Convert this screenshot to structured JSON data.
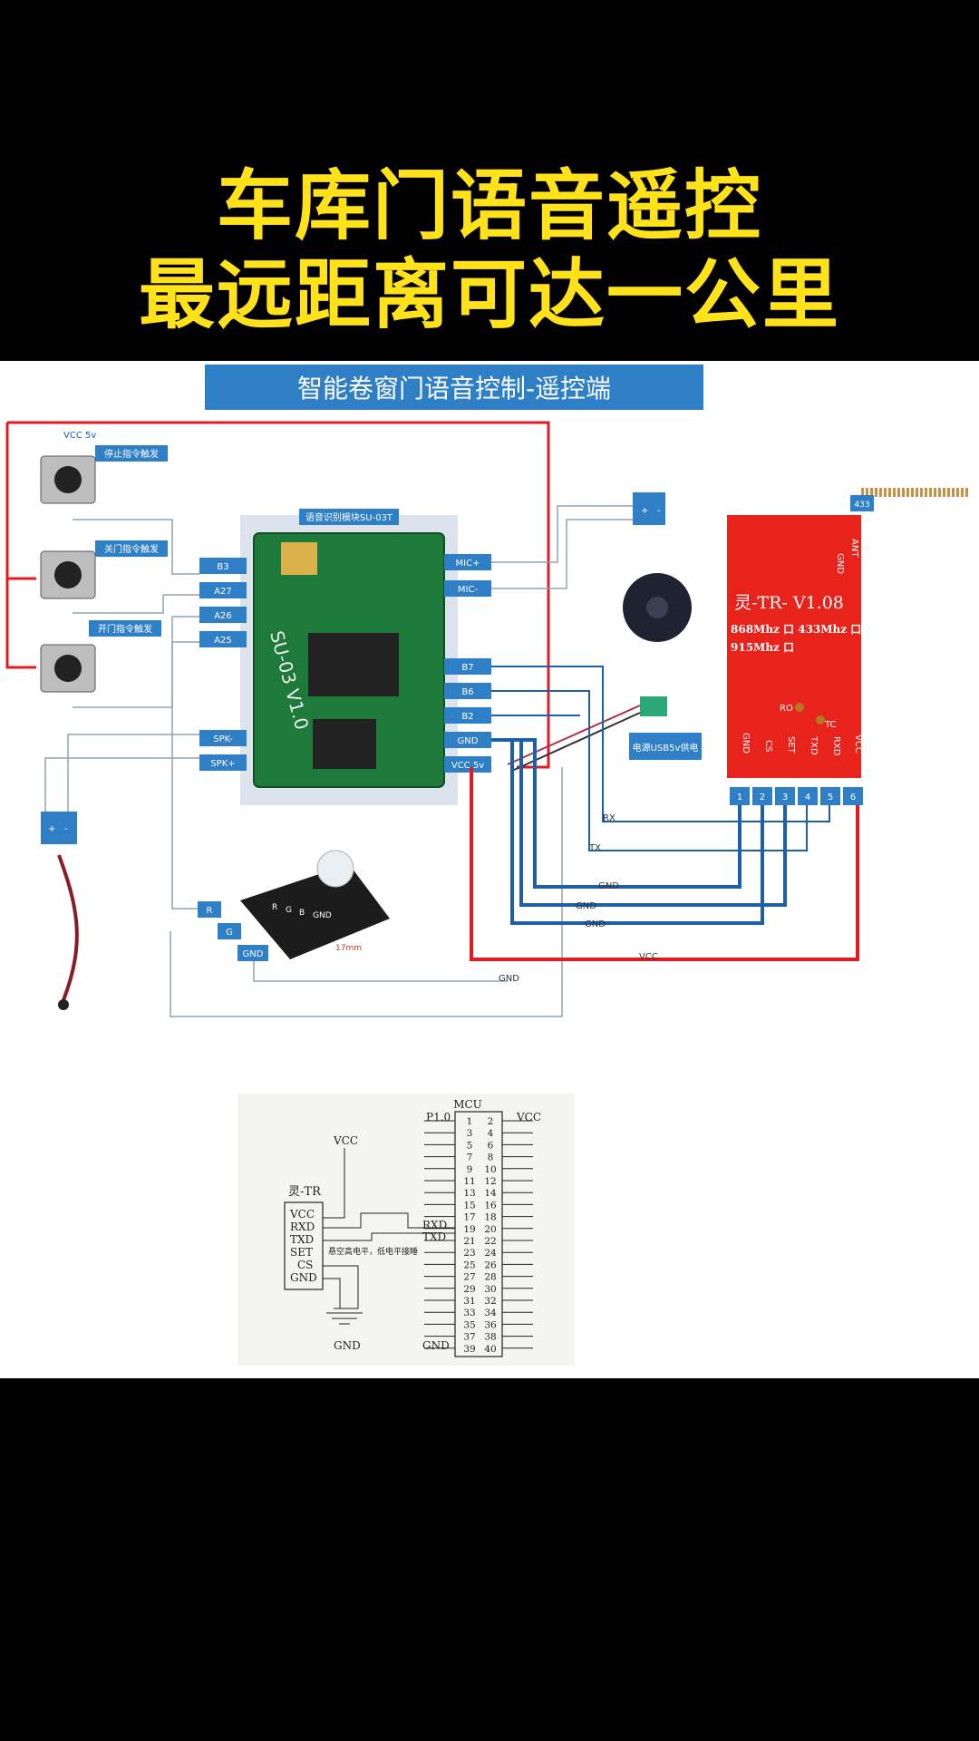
{
  "header": {
    "title_line1": "车库门语音遥控",
    "title_line2": "最远距离可达一公里"
  },
  "diagram": {
    "banner": "智能卷窗门语音控制-遥控端",
    "vcc_top": "VCC 5v",
    "buttons": [
      "停止指令触发",
      "关门指令触发",
      "开门指令触发"
    ],
    "module_title": "语音识别模块SU-03T",
    "board_mark": "SU-03 V1.0",
    "left_pins": [
      "B3",
      "A27",
      "A26",
      "A25",
      "SPK-",
      "SPK+"
    ],
    "right_pins": [
      "MIC+",
      "MIC-",
      "B7",
      "B6",
      "B2",
      "GND",
      "VCC 5v"
    ],
    "mic_pins": [
      "+",
      "-"
    ],
    "speaker_pins": [
      "+",
      "-"
    ],
    "led_pins": [
      "R",
      "G",
      "GND"
    ],
    "rgb_labels": [
      "R",
      "G",
      "B",
      "GND"
    ],
    "rgb_dim": "17mm",
    "power_note": "电源USB5v供电",
    "antenna_tag": "433",
    "rf_title": "灵-TR- V1.08",
    "rf_freq1": "868Mhz 口 433Mhz 口",
    "rf_freq2": "915Mhz 口",
    "rf_top_pins": [
      "GND",
      "ANT"
    ],
    "rf_ro": "RO",
    "rf_tc": "TC",
    "rf_pin_names": [
      "GND",
      "CS",
      "SET",
      "TXD",
      "RXD",
      "VCC"
    ],
    "rf_pin_numbers": [
      "1",
      "2",
      "3",
      "4",
      "5",
      "6"
    ],
    "wire_labels": {
      "rx": "RX",
      "tx": "TX",
      "gnd": "GND",
      "vcc": "VCC"
    }
  },
  "schematic": {
    "mcu_label": "MCU",
    "p10": "P1.0",
    "vcc_right": "VCC",
    "vcc_top": "VCC",
    "module_label": "灵-TR",
    "module_pins": [
      "VCC",
      "RXD",
      "TXD",
      "SET",
      "CS",
      "GND"
    ],
    "set_note": "悬空高电平，低电平接睡",
    "rxd_label": "RXD",
    "txd_label": "TXD",
    "gnd_bottom": "GND",
    "gnd_left": "GND",
    "pin_pairs": [
      [
        "1",
        "2"
      ],
      [
        "3",
        "4"
      ],
      [
        "5",
        "6"
      ],
      [
        "7",
        "8"
      ],
      [
        "9",
        "10"
      ],
      [
        "11",
        "12"
      ],
      [
        "13",
        "14"
      ],
      [
        "15",
        "16"
      ],
      [
        "17",
        "18"
      ],
      [
        "19",
        "20"
      ],
      [
        "21",
        "22"
      ],
      [
        "23",
        "24"
      ],
      [
        "25",
        "26"
      ],
      [
        "27",
        "28"
      ],
      [
        "29",
        "30"
      ],
      [
        "31",
        "32"
      ],
      [
        "33",
        "34"
      ],
      [
        "35",
        "36"
      ],
      [
        "37",
        "38"
      ],
      [
        "39",
        "40"
      ]
    ]
  }
}
